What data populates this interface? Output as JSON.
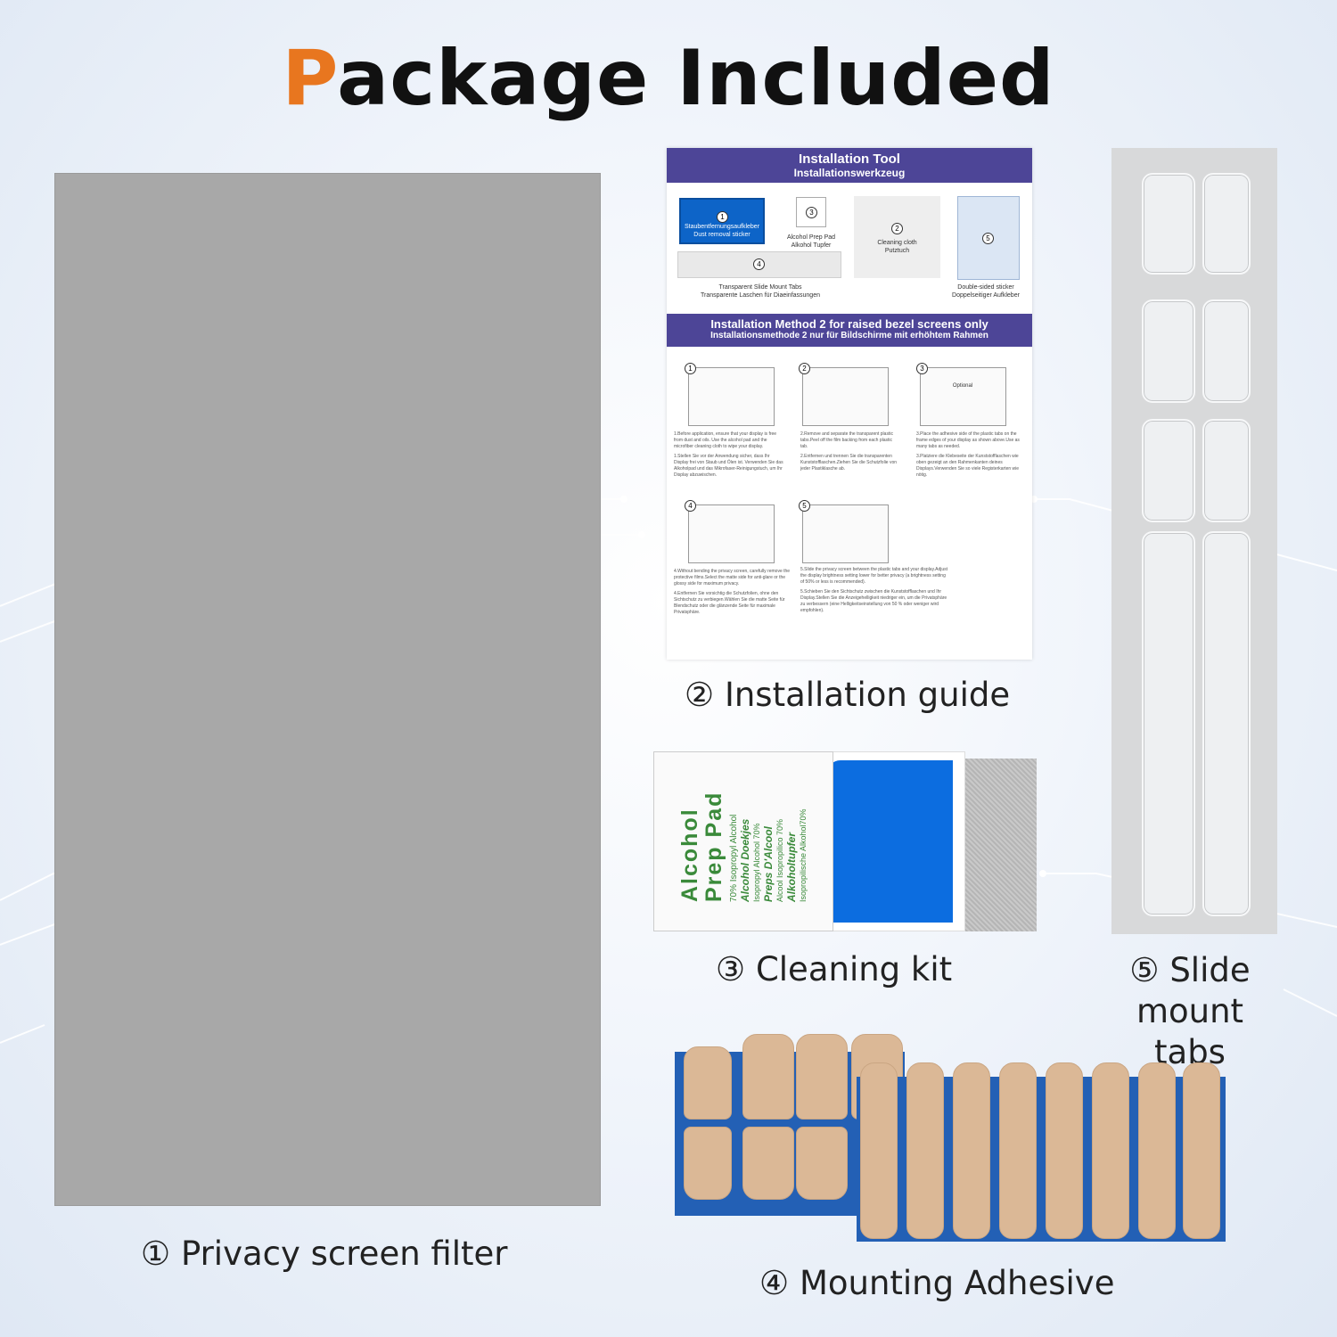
{
  "title": {
    "first_letter": "P",
    "rest": "ackage Included"
  },
  "colors": {
    "accent": "#e8761f",
    "guide_band": "#4d4597",
    "backing_blue": "#2360b5",
    "card_blue": "#0c6de0",
    "text_green": "#3a8a3a"
  },
  "items": [
    {
      "num": "①",
      "label": "Privacy screen filter"
    },
    {
      "num": "②",
      "label": "Installation guide"
    },
    {
      "num": "③",
      "label": "Cleaning kit"
    },
    {
      "num": "④",
      "label": "Mounting Adhesive"
    },
    {
      "num": "⑤",
      "label_line1": "Slide",
      "label_line2": "mount tabs"
    }
  ],
  "guide": {
    "header_title": "Installation Tool",
    "header_subtitle": "Installationswerkzeug",
    "tools": {
      "dust_de": "Staubentfernungsaufkleber",
      "dust_en": "Dust removal sticker",
      "alcohol_en": "Alcohol Prep Pad",
      "alcohol_de": "Alkohol Tupfer",
      "cloth_en": "Cleaning cloth",
      "cloth_de": "Putztuch",
      "tabs_en": "Transparent Slide Mount Tabs",
      "tabs_de": "Transparente Laschen für Diaeinfassungen",
      "sticker_en": "Double-sided sticker",
      "sticker_de": "Doppelseitiger Aufkleber"
    },
    "method_title": "Installation Method 2 for raised bezel screens only",
    "method_subtitle": "Installationsmethode 2 nur für Bildschirme mit erhöhtem Rahmen",
    "optional": "Optional",
    "steps": [
      {
        "num": "1",
        "en": "1.Before application, ensure that your display is free from dust and oils. Use the alcohol pad and the microfiber cleaning cloth to wipe your display.",
        "de": "1.Stellen Sie vor der Anwendung sicher, dass Ihr Display frei von Staub und Ölen ist. Verwenden Sie das Alkoholpad und das Mikrofaser-Reinigungstuch, um Ihr Display abzuwischen."
      },
      {
        "num": "2",
        "en": "2.Remove and separate the transparent plastic tabs.Peel off the film backing from each plastic tab.",
        "de": "2.Entfernen und trennen Sie die transparenten Kunststofflaschen.Ziehen Sie die Schutzfolie von jeder Plastiklasche ab."
      },
      {
        "num": "3",
        "en": "3.Place the adhesive side of the plastic tabs on the frame edges of your display as shown above.Use as many tabs as needed.",
        "de": "3.Platziere die Klebeseite der Kunststofflaschen wie oben gezeigt an den Rahmenkanten deines Displays.Verwenden Sie so viele Registerkarten wie nötig."
      },
      {
        "num": "4",
        "en": "4.Without bending the privacy screen, carefully remove the protective films.Select the matte side for anti-glare or the glossy side for maximum privacy.",
        "de": "4.Entfernen Sie vorsichtig die Schutzfolien, ohne den Sichtschutz zu verbiegen.Wählen Sie die matte Seite für Blendschutz oder die glänzende Seite für maximale Privatsphäre."
      },
      {
        "num": "5",
        "en": "5.Slide the privacy screen between the plastic tabs and your display.Adjust the display brightness setting lower for better privacy (a brightness setting of 50% or less is recommended).",
        "de": "5.Schieben Sie den Sichtschutz zwischen die Kunststofflaschen und Ihr Display.Stellen Sie die Anzeigehelligkeit niedriger ein, um die Privatsphäre zu verbessern (eine Helligkeitseinstellung von 50 % oder weniger wird empfohlen)."
      }
    ]
  },
  "packet": {
    "title_line1": "Alcohol",
    "title_line2": "Prep Pad",
    "line1": "70% Isopropyl Alcohol",
    "line2": "Alcohol Doekjes",
    "line3": "Isopropyl Alcohol 70%",
    "line4": "Preps D'Alcool",
    "line5": "Alcool Isopropilico 70%",
    "line6": "Alkoholtupfer",
    "line7": "Isopropilische Alkohol70%"
  }
}
